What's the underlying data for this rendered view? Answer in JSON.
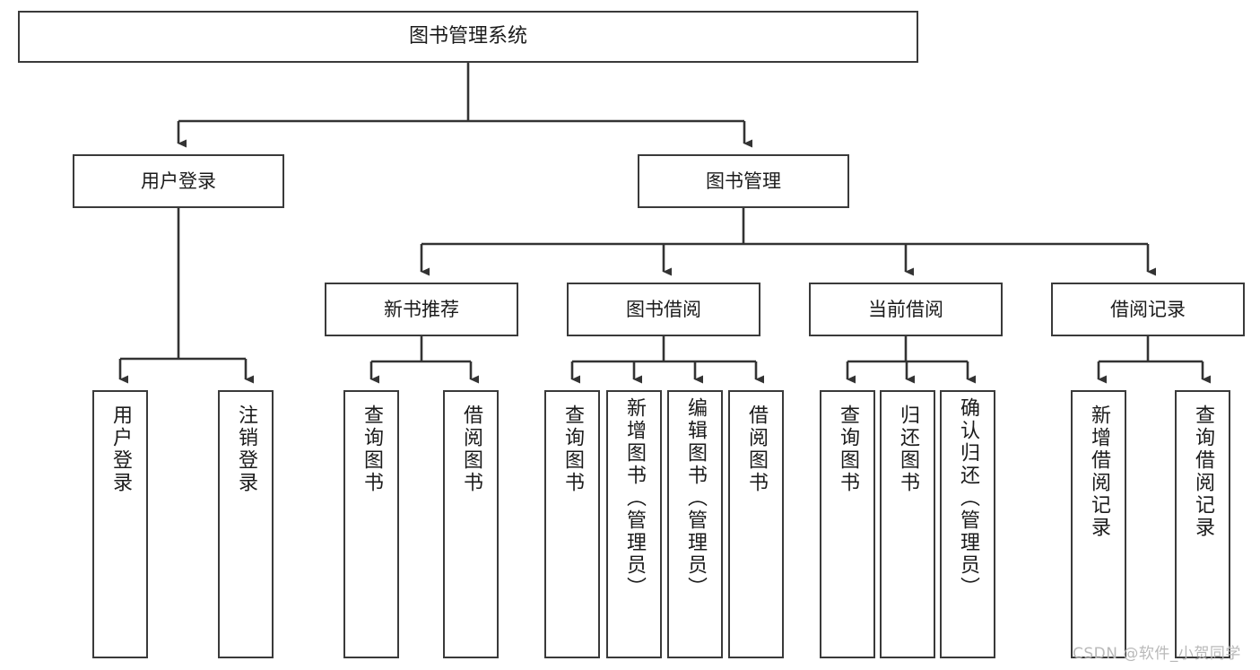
{
  "diagram": {
    "title": "图书管理系统",
    "type": "tree",
    "watermark": "CSDN @软件_小贺同学",
    "colors": {
      "box_border": "#3a3a3a",
      "box_fill": "#ffffff",
      "connector": "#333333",
      "text": "#1b1b1b",
      "watermark": "#b9b9b9",
      "background": "#ffffff"
    }
  },
  "nodes": {
    "root": {
      "label": "图书管理系统"
    },
    "level1": [
      {
        "label": "用户登录"
      },
      {
        "label": "图书管理"
      }
    ],
    "level2": [
      {
        "label": "新书推荐"
      },
      {
        "label": "图书借阅"
      },
      {
        "label": "当前借阅"
      },
      {
        "label": "借阅记录"
      }
    ],
    "leaves": {
      "user_login": [
        {
          "label": "用户登录"
        },
        {
          "label": "注销登录"
        }
      ],
      "new_book_recommend": [
        {
          "label": "查询图书"
        },
        {
          "label": "借阅图书"
        }
      ],
      "book_borrow": [
        {
          "label": "查询图书"
        },
        {
          "label": "新增图书（管理员）"
        },
        {
          "label": "编辑图书（管理员）"
        },
        {
          "label": "借阅图书"
        }
      ],
      "current_borrow": [
        {
          "label": "查询图书"
        },
        {
          "label": "归还图书"
        },
        {
          "label": "确认归还（管理员）"
        }
      ],
      "borrow_record": [
        {
          "label": "新增借阅记录"
        },
        {
          "label": "查询借阅记录"
        }
      ]
    }
  }
}
